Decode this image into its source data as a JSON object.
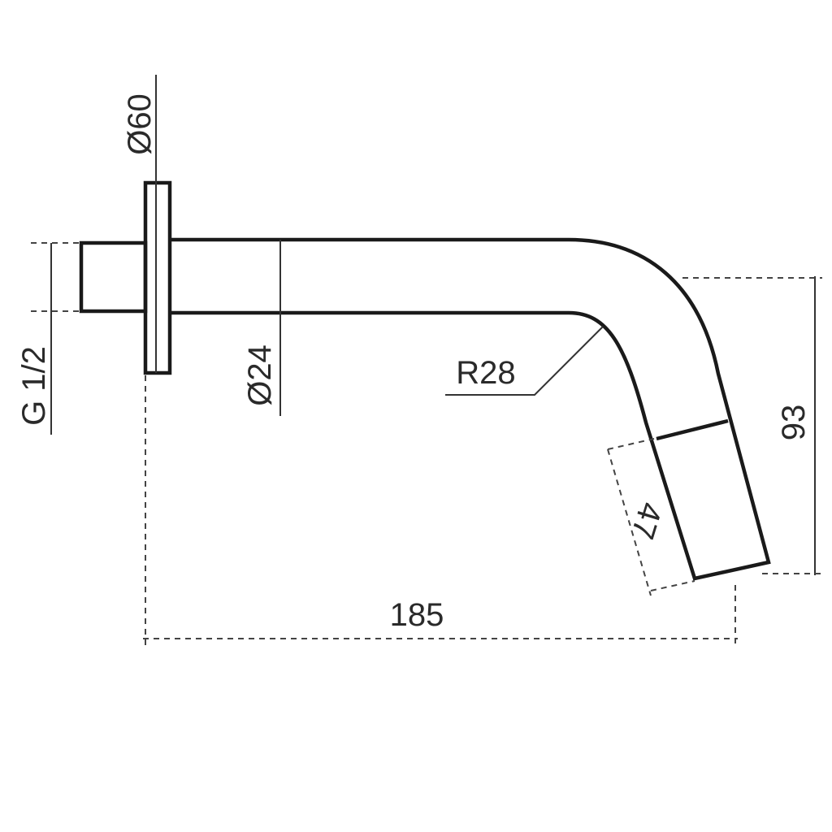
{
  "drawing": {
    "dimensions": {
      "flange_diameter": "Ø60",
      "thread": "G 1/2",
      "pipe_diameter": "Ø24",
      "bend_radius": "R28",
      "outlet_length": "47",
      "height": "93",
      "projection": "185"
    },
    "colors": {
      "line": "#1a1a1a",
      "background": "#ffffff"
    }
  }
}
